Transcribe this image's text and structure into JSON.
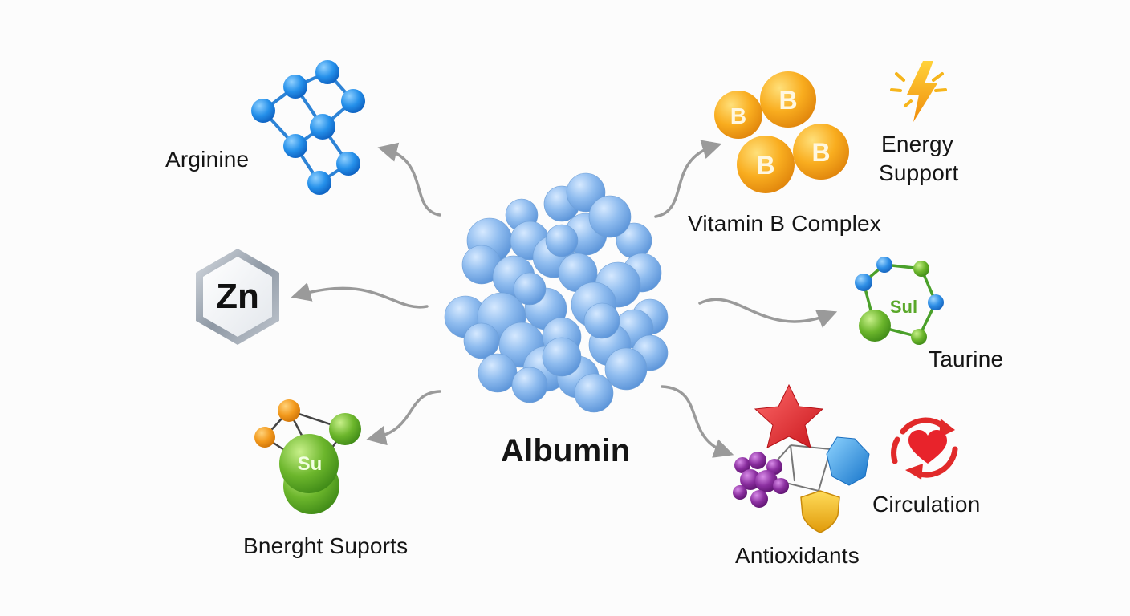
{
  "center": {
    "label": "Albumin"
  },
  "nodes": {
    "arginine": {
      "label": "Arginine"
    },
    "zinc": {
      "symbol": "Zn"
    },
    "bnerght": {
      "label": "Bnerght Suports",
      "symbol": "Su"
    },
    "vitamin_b": {
      "label": "Vitamin B Complex",
      "symbol": "B"
    },
    "energy": {
      "label_line1": "Energy",
      "label_line2": "Support"
    },
    "taurine": {
      "label": "Taurine",
      "symbol": "Sul"
    },
    "antioxidants": {
      "label": "Antioxidants"
    },
    "circulation": {
      "label": "Circulation"
    }
  },
  "colors": {
    "albumin": "#74a8e4",
    "arginine": "#1e88e5",
    "zinc_border": "#9aa4b0",
    "vitamin_b": "#f7a823",
    "lightning": "#f6b51b",
    "taurine_green": "#5cae2a",
    "taurine_blue": "#2f8fe6",
    "bnerght_green": "#6ab02c",
    "bnerght_orange": "#f39a1d",
    "star_red": "#e8282c",
    "gem_blue": "#2e9be9",
    "grape_purple": "#8b2fa0",
    "shield_gold": "#f2b51a",
    "circulation_red": "#e12a2a",
    "arrow": "#9a9a9a"
  },
  "icons": [
    "albumin-molecule-icon",
    "arginine-molecule-icon",
    "zinc-hexagon-icon",
    "bnerght-molecule-icon",
    "vitamin-b-spheres-icon",
    "lightning-icon",
    "taurine-molecule-icon",
    "star-icon",
    "gem-icon",
    "grape-cluster-icon",
    "shield-icon",
    "heart-circulation-icon"
  ]
}
